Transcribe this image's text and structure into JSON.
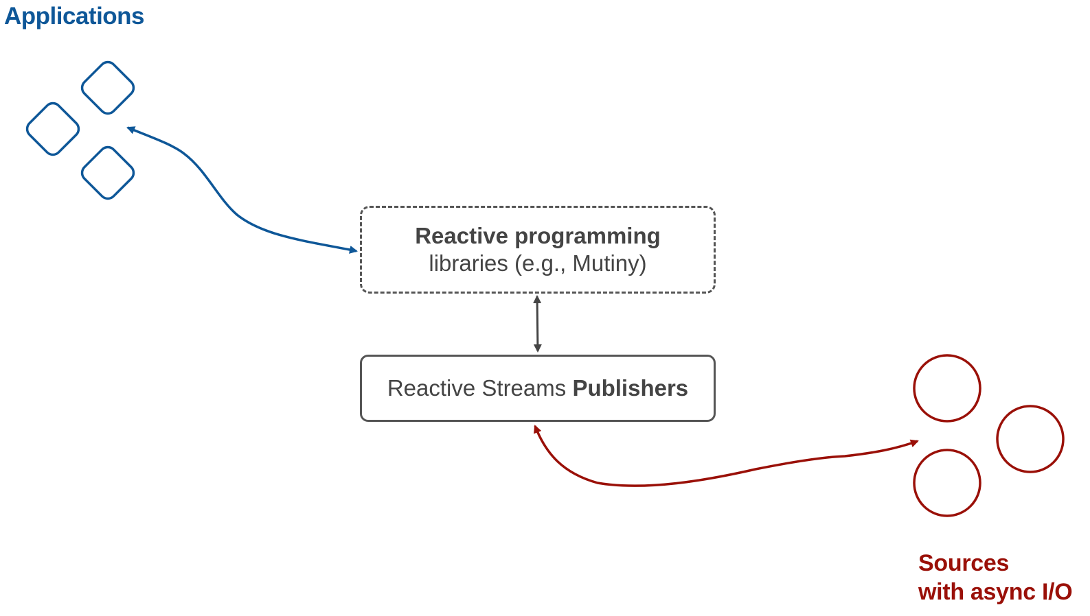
{
  "colors": {
    "applications": "#0e5798",
    "sources": "#9a1008",
    "neutral": "#454545"
  },
  "applications": {
    "label": "Applications",
    "icon": "diamond-cluster-icon"
  },
  "libraries_box": {
    "title": "Reactive programming",
    "subtitle": "libraries (e.g., Mutiny)"
  },
  "publishers_box": {
    "prefix": "Reactive Streams",
    "emphasis": "Publishers"
  },
  "sources": {
    "label_line1": "Sources",
    "label_line2": "with async I/O",
    "icon": "circle-cluster-icon"
  }
}
